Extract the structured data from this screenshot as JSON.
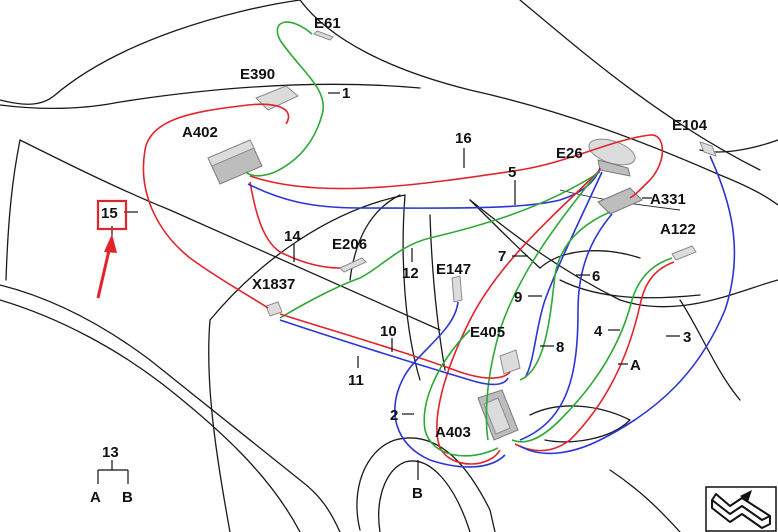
{
  "labels": {
    "e61": "E61",
    "e390": "E390",
    "a402": "A402",
    "n1": "1",
    "n16": "16",
    "e104": "E104",
    "e26": "E26",
    "n5": "5",
    "a331": "A331",
    "n15": "15",
    "n14": "14",
    "e206": "E206",
    "a122": "A122",
    "n12": "12",
    "e147": "E147",
    "n7": "7",
    "n6": "6",
    "x1837": "X1837",
    "n9": "9",
    "n4": "4",
    "n3": "3",
    "n10": "10",
    "e405": "E405",
    "n8": "8",
    "nA": "A",
    "n11": "11",
    "n2": "2",
    "a403": "A403",
    "n13": "13",
    "n13a": "A",
    "n13b": "B",
    "nB": "B"
  },
  "colors": {
    "red_wire": "#e2232b",
    "green_wire": "#2ea836",
    "blue_wire": "#2b35d6",
    "highlight": "#e2232b"
  },
  "icons": {
    "pointer_arrow": "red-arrow-icon",
    "corner_icon": "zoom-icon"
  }
}
